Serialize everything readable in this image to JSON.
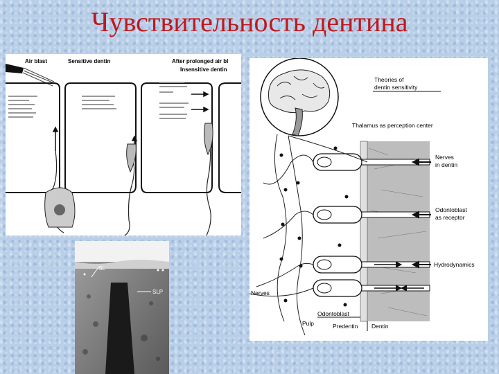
{
  "slide": {
    "title": "Чувствительность дентина"
  },
  "figure_a": {
    "label_air_blast": "Air blast",
    "label_sensitive": "Sensitive dentin",
    "label_prolonged": "After prolonged air bl",
    "label_insensitive": "Insensitive dentin"
  },
  "figure_b": {
    "label_sl": "SL",
    "label_slp": "SLP"
  },
  "figure_c": {
    "title_line1": "Theories of",
    "title_line2": "dentin sensitivity",
    "thalamus": "Thalamus as perception center",
    "nerves_in_dentin_1": "Nerves",
    "nerves_in_dentin_2": "in dentin",
    "odontoblast_receptor_1": "Odontoblast",
    "odontoblast_receptor_2": "as receptor",
    "hydrodynamics": "Hydrodynamics",
    "nerves": "Nerves",
    "odontoblast": "Odontoblast",
    "pulp": "Pulp",
    "predentin": "Predentin",
    "dentin": "Dentin"
  }
}
